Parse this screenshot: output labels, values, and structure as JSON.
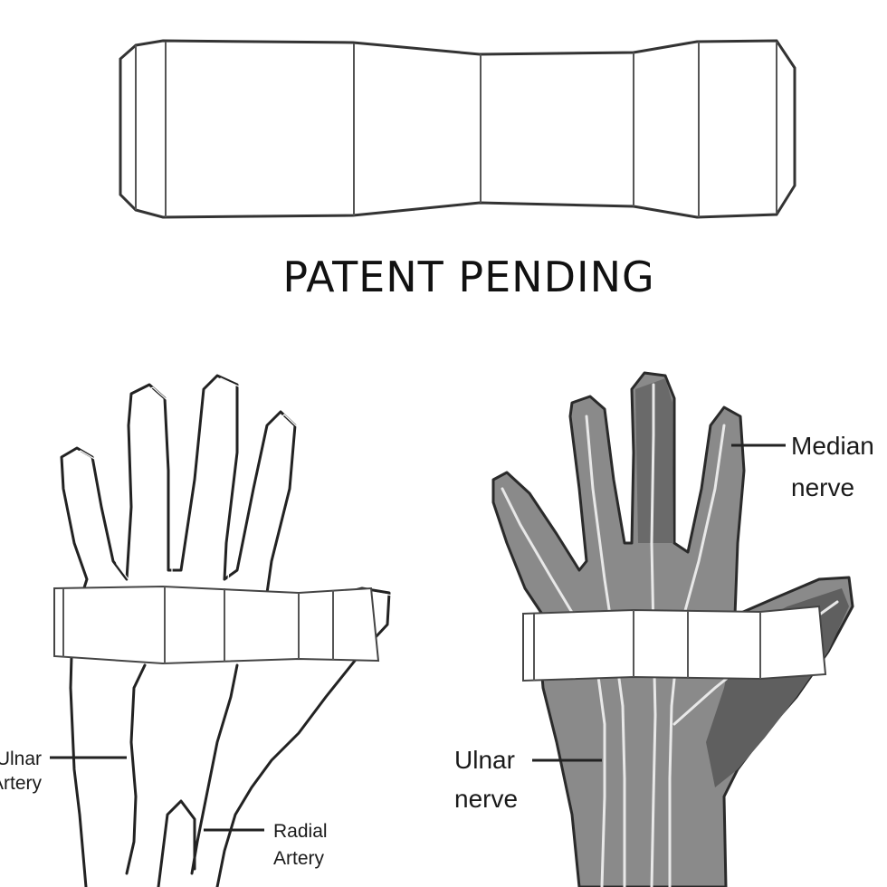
{
  "patent_text": "PATENT PENDING",
  "left_figure": {
    "ulnar_artery_line1": "Ulnar",
    "ulnar_artery_line2": "Artery",
    "radial_artery_line1": "Radial",
    "radial_artery_line2": "Artery"
  },
  "right_figure": {
    "median_nerve_line1": "Median",
    "median_nerve_line2": "nerve",
    "ulnar_nerve_line1": "Ulnar",
    "ulnar_nerve_line2": "nerve"
  },
  "colors": {
    "ink": "#222222",
    "nerve_hand_fill": "#8a8a8a",
    "nerve_hand_dark": "#5a5a5a",
    "nerve_line": "#e8e8e8"
  }
}
